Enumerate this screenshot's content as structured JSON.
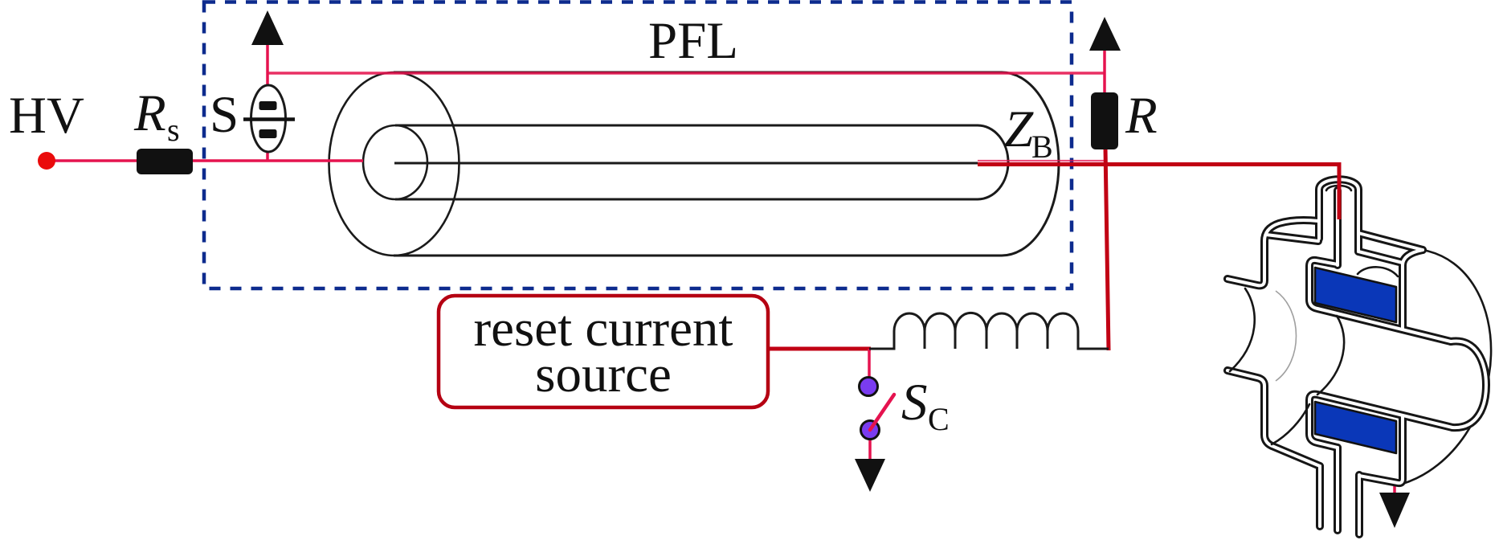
{
  "figure": {
    "labels": {
      "hv_terminal": "HV",
      "charging_resistor": {
        "symbol": "R",
        "subscript": "s"
      },
      "main_switch": "S",
      "pulse_forming_line": "PFL",
      "line_impedance": {
        "symbol": "Z",
        "subscript": "B"
      },
      "resistor": "R",
      "reset_current_source": [
        "reset current",
        "source"
      ],
      "reset_switch": {
        "symbol": "S",
        "subscript": "C"
      }
    }
  },
  "colors": {
    "wire_pink": "#e5134f",
    "wire_dark_red": "#c10014",
    "hv_terminal_red": "#ea0b0b",
    "reset_box_border": "#b50012",
    "enclosure_dashed_navy": "#0d2b8e",
    "switch_contact_violet": "#7a3cf0",
    "magnetic_core_blue": "#0a37b8",
    "line_black": "#1a1a1a",
    "text_black": "#111111"
  }
}
